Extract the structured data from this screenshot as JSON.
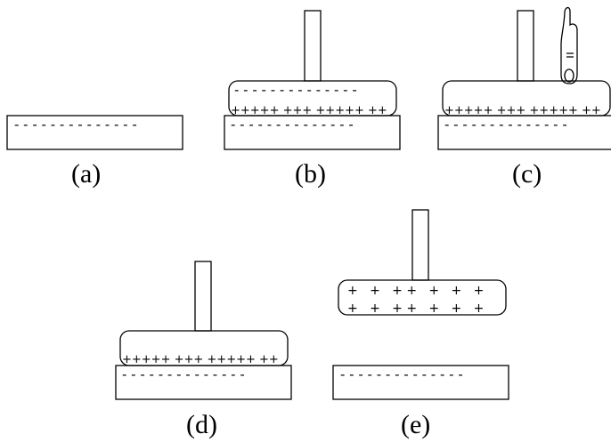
{
  "panels": [
    {
      "id": "a",
      "caption": "(a)",
      "base_charge": "- - - - - - - - - - - - - -"
    },
    {
      "id": "b",
      "caption": "(b)",
      "plate_top_charge": "- - - - - - - - - - - - - -",
      "plate_bottom_charge": "+++++ +++ +++++ ++",
      "base_charge": "- - - - - - - - - - - - - -"
    },
    {
      "id": "c",
      "caption": "(c)",
      "plate_bottom_charge": "+++++ +++ +++++ ++",
      "base_charge": "- - - - - - - - - - - - - -",
      "finger_icon": "finger-icon"
    },
    {
      "id": "d",
      "caption": "(d)",
      "plate_bottom_charge": "+++++ +++ +++++ ++",
      "base_charge": "- - - - - - - - - - - - - -"
    },
    {
      "id": "e",
      "caption": "(e)",
      "plate_charge_row1": "+   +   + +   +   +   +",
      "plate_charge_row2": "+   +   + +   +   +   +",
      "base_charge": "- - - - - - - - - - - - - -"
    }
  ]
}
